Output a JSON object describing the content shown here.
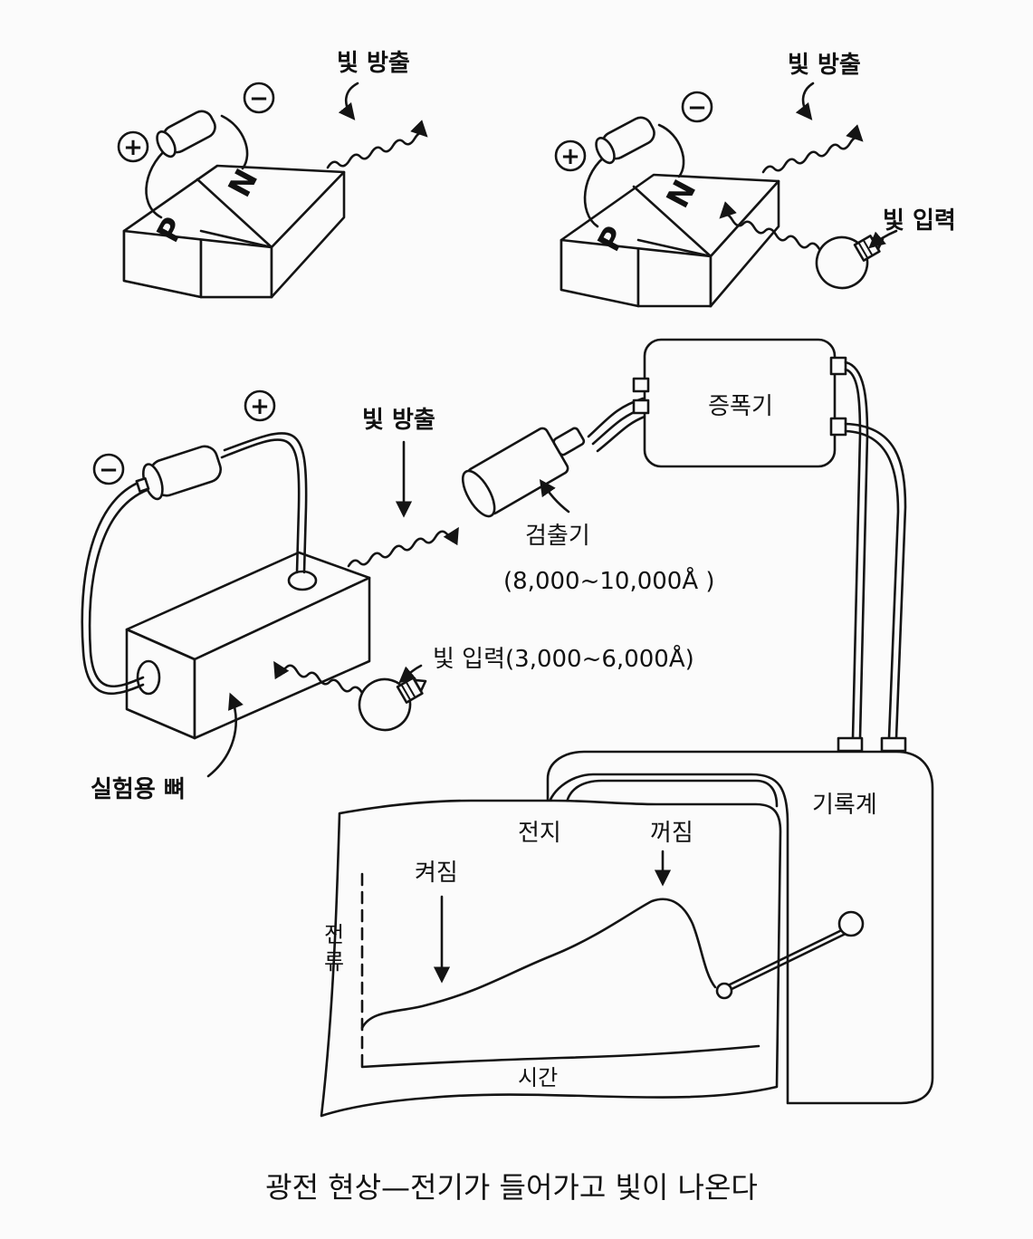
{
  "labels": {
    "light_emission": "빛 방출",
    "light_input": "빛 입력",
    "light_input_range": "빛 입력(3,000~6,000Å)",
    "plus": "+",
    "minus": "−",
    "p_region": "P",
    "n_region": "N",
    "amplifier": "증폭기",
    "detector": "검출기",
    "detector_range": "(8,000~10,000Å )",
    "bone_sample": "실험용 뼈",
    "recorder": "기록계",
    "battery": "전지",
    "on": "켜짐",
    "off": "꺼짐",
    "current": "전\n류",
    "time": "시간"
  },
  "caption": "광전 현상—전기가 들어가고 빛이 나온다"
}
